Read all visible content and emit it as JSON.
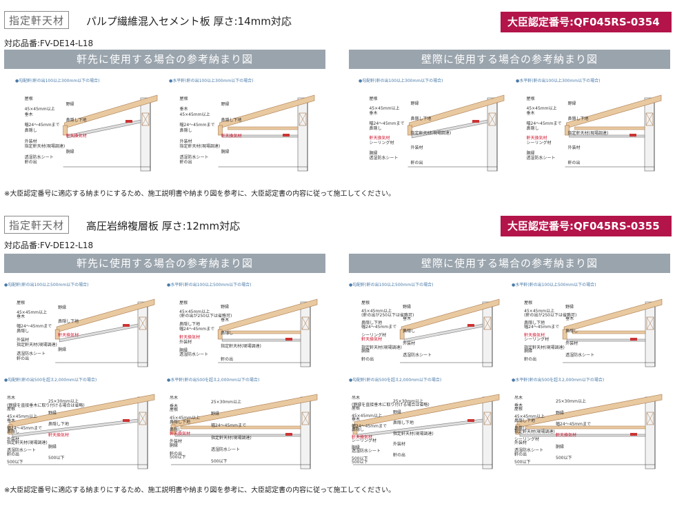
{
  "sections": [
    {
      "tag": "指定軒天材",
      "title": "パルプ繊維混入セメント板 厚さ:14mm対応",
      "cert": "大臣認定番号:QF045RS-0354",
      "model": "対応品番:FV-DE14-L18",
      "left_header": "軒先に使用する場合の参考納まり図",
      "right_header": "壁際に使用する場合の参考納まり図",
      "note": "※大臣認定番号に適応する納まりにするため、施工説明書や納まり図を参考に、大臣認定書の内容に従って施工してください。",
      "diagrams": [
        {
          "caption": "●勾配軒(軒の出100以上300mm以下の場合)",
          "labels": [
            "屋根",
            "野縁",
            "45×45mm以上",
            "垂木",
            "鼻隠し下地",
            "幅24〜45mmまで",
            "鼻隠し",
            "軒天換気材",
            "外装材",
            "指定軒天材(現場調達)",
            "胴縁",
            "透湿防水シート",
            "軒の出"
          ]
        },
        {
          "caption": "●水平軒(軒の出100以上300mm以下の場合)",
          "labels": [
            "屋根",
            "野縁",
            "垂木",
            "45×45mm以上",
            "鼻隠し下地",
            "幅24〜45mmまで",
            "鼻隠し",
            "軒天換気材",
            "外装材",
            "指定軒天材(現場調達)",
            "胴縁",
            "透湿防水シート",
            "軒の出"
          ]
        },
        {
          "caption": "●勾配軒(軒の出100以上300mm以下の場合)",
          "labels": [
            "屋根",
            "野縁",
            "45×45mm以上",
            "垂木",
            "鼻隠し下地",
            "幅24〜45mmまで",
            "鼻隠し",
            "指定軒天材(現場調達)",
            "軒天換気材",
            "シーリング材",
            "外装材",
            "胴縁",
            "透湿防水シート",
            "軒の出"
          ]
        },
        {
          "caption": "●水平軒(軒の出100以上300mm以下の場合)",
          "labels": [
            "屋根",
            "野縁",
            "45×45mm以上",
            "垂木",
            "鼻隠し下地",
            "幅24〜45mmまで",
            "鼻隠し",
            "指定軒天材(現場調達)",
            "軒天換気材",
            "シーリング材",
            "外装材",
            "胴縁",
            "透湿防水シート",
            "軒の出"
          ]
        }
      ]
    },
    {
      "tag": "指定軒天材",
      "title": "高圧岩綿複層板 厚さ:12mm対応",
      "cert": "大臣認定番号:QF045RS-0355",
      "model": "対応品番:FV-DE12-L18",
      "left_header": "軒先に使用する場合の参考納まり図",
      "right_header": "壁際に使用する場合の参考納まり図",
      "note": "※大臣認定番号に適応する納まりにするため、施工説明書や納まり図を参考に、大臣認定書の内容に従って施工してください。",
      "diagrams": [
        {
          "caption": "●勾配軒(軒の出100以上500mm以下の場合)",
          "labels": [
            "屋根",
            "野縁",
            "45×45mm以上",
            "垂木",
            "鼻隠し下地",
            "幅24〜45mmまで",
            "鼻隠し",
            "軒天換気材",
            "外装材",
            "指定軒天材(現場調達)",
            "胴縁",
            "透湿防水シート",
            "軒の出"
          ]
        },
        {
          "caption": "●水平軒(軒の出100以上500mm以下の場合)",
          "labels": [
            "屋根",
            "野縁",
            "45×45mm以上",
            "(軒の出が250以下は省略可)",
            "垂木",
            "鼻隠し下地",
            "幅24〜45mmまで",
            "鼻隠し",
            "軒天換気材",
            "外装材",
            "指定軒天材(現場調達)",
            "胴縁",
            "透湿防水シート",
            "軒の出"
          ]
        },
        {
          "caption": "●勾配軒(軒の出100以上500mm以下の場合)",
          "labels": [
            "屋根",
            "野縁",
            "45×45mm以上",
            "(軒の出が250以下は省略可)",
            "垂木",
            "鼻隠し下地",
            "幅24〜45mmまで",
            "鼻隠し",
            "シーリング材",
            "軒天換気材",
            "外装材",
            "指定軒天材(現場調達)",
            "胴縁",
            "透湿防水シート",
            "軒の出"
          ]
        },
        {
          "caption": "●水平軒(軒の出100以上500mm以下の場合)",
          "labels": [
            "屋根",
            "野縁",
            "45×45mm以上",
            "(軒の出が250以下は省略可)",
            "垂木",
            "鼻隠し下地",
            "幅24〜45mmまで",
            "鼻隠し",
            "軒天換気材",
            "シーリング材",
            "外装材",
            "指定軒天材(現場調達)",
            "胴縁",
            "透湿防水シート",
            "軒の出"
          ]
        },
        {
          "caption": "●勾配軒(軒の出500を超え2,000mm以下の場合)",
          "labels": [
            "吊木",
            "25×30mm以上",
            "(野縁を直接垂木に取り付ける場合は省略)",
            "屋根",
            "野縁",
            "45×45mm以上",
            "垂木",
            "鼻隠し下地",
            "幅24〜45mmまで",
            "鼻隠し",
            "軒天換気材",
            "外装材",
            "指定軒天材(現場調達)",
            "胴縁",
            "透湿防水シート",
            "軒の出",
            "500以下",
            "500以下"
          ]
        },
        {
          "caption": "●水平軒(軒の出500を超え2,000mm以下の場合)",
          "labels": [
            "吊木",
            "25×30mm以上",
            "垂木",
            "屋根",
            "野縁",
            "45×45mm以上",
            "鼻隠し下地",
            "幅24〜45mmまで",
            "鼻隠し",
            "軒天換気材",
            "指定軒天材(現場調達)",
            "外装材",
            "胴縁",
            "透湿防水シート",
            "軒の出",
            "500以下",
            "500以下"
          ]
        },
        {
          "caption": "●勾配軒(軒の出500を超え2,000mm以下の場合)",
          "labels": [
            "吊木",
            "25×30mm以上",
            "(野縁を直接垂木に取り付ける場合は省略)",
            "屋根",
            "野縁",
            "45×45mm以上",
            "垂木",
            "鼻隠し下地",
            "幅24〜45mmまで",
            "鼻隠し",
            "指定軒天材(現場調達)",
            "軒天換気材",
            "シーリング材",
            "外装材",
            "胴縁",
            "透湿防水シート",
            "軒の出",
            "500以下",
            "500以下"
          ]
        },
        {
          "caption": "●水平軒(軒の出500を超え2,000mm以下の場合)",
          "labels": [
            "吊木",
            "25×30mm以上",
            "垂木",
            "屋根",
            "野縁",
            "45×45mm以上",
            "鼻隠し下地",
            "幅24〜45mmまで",
            "鼻隠し",
            "指定軒天材(現場調達)",
            "軒天換気材",
            "シーリング材",
            "外装材",
            "胴縁",
            "透湿防水シート",
            "軒の出",
            "500以下",
            "500以下"
          ]
        }
      ]
    }
  ],
  "colors": {
    "cert_bg": "#b3144a",
    "header_bg": "#9aa4ad",
    "caption": "#4a7aa8",
    "vent_label": "#d0142c"
  }
}
